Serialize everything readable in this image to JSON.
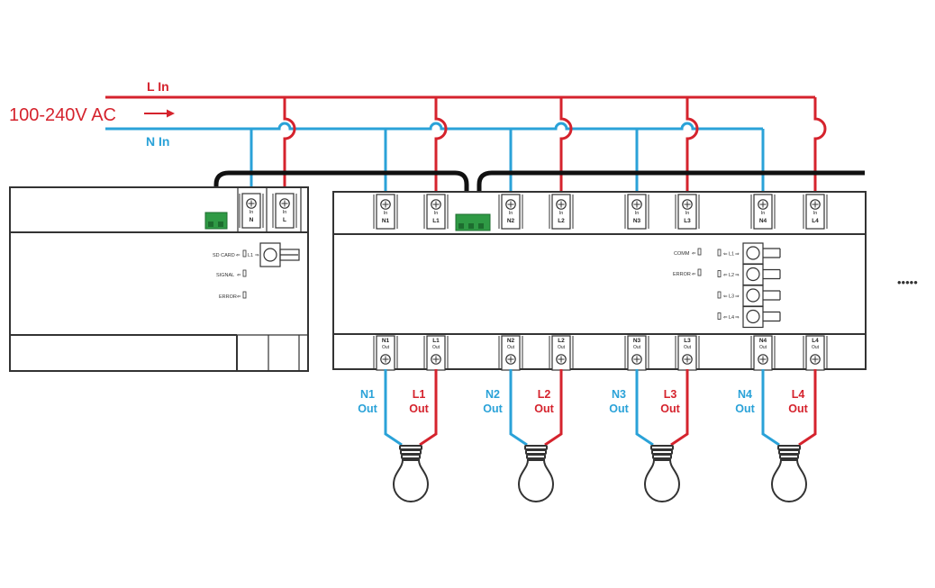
{
  "supply": {
    "l_in": "L In",
    "n_in": "N In",
    "voltage": "100-240V AC"
  },
  "colors": {
    "live": "#d5232d",
    "neutral": "#2aa2d8",
    "bus": "#111111",
    "device": "#333333",
    "connector": "#2f9a45"
  },
  "hub": {
    "terminals": [
      {
        "top": "In",
        "bottom": "N"
      },
      {
        "top": "In",
        "bottom": "L"
      }
    ],
    "indicators": [
      {
        "text": "SD CARD",
        "side": "L1"
      },
      {
        "text": "SIGNAL"
      },
      {
        "text": "ERROR"
      }
    ]
  },
  "switch": {
    "top_terminals": [
      {
        "top": "In",
        "bottom": "N1"
      },
      {
        "top": "In",
        "bottom": "L1"
      },
      {
        "top": "In",
        "bottom": "N2"
      },
      {
        "top": "In",
        "bottom": "L2"
      },
      {
        "top": "In",
        "bottom": "N3"
      },
      {
        "top": "In",
        "bottom": "L3"
      },
      {
        "top": "In",
        "bottom": "N4"
      },
      {
        "top": "In",
        "bottom": "L4"
      }
    ],
    "bottom_terminals": [
      {
        "top": "N1",
        "bottom": "Out"
      },
      {
        "top": "L1",
        "bottom": "Out"
      },
      {
        "top": "N2",
        "bottom": "Out"
      },
      {
        "top": "L2",
        "bottom": "Out"
      },
      {
        "top": "N3",
        "bottom": "Out"
      },
      {
        "top": "L3",
        "bottom": "Out"
      },
      {
        "top": "N4",
        "bottom": "Out"
      },
      {
        "top": "L4",
        "bottom": "Out"
      }
    ],
    "status_labels": [
      "COMM",
      "ERROR"
    ],
    "channel_indicators": [
      "L1",
      "L2",
      "L3",
      "L4"
    ]
  },
  "outputs": [
    {
      "n": "N1",
      "l": "L1",
      "out": "Out"
    },
    {
      "n": "N2",
      "l": "L2",
      "out": "Out"
    },
    {
      "n": "N3",
      "l": "L3",
      "out": "Out"
    },
    {
      "n": "N4",
      "l": "L4",
      "out": "Out"
    }
  ],
  "continuation": "•••••"
}
